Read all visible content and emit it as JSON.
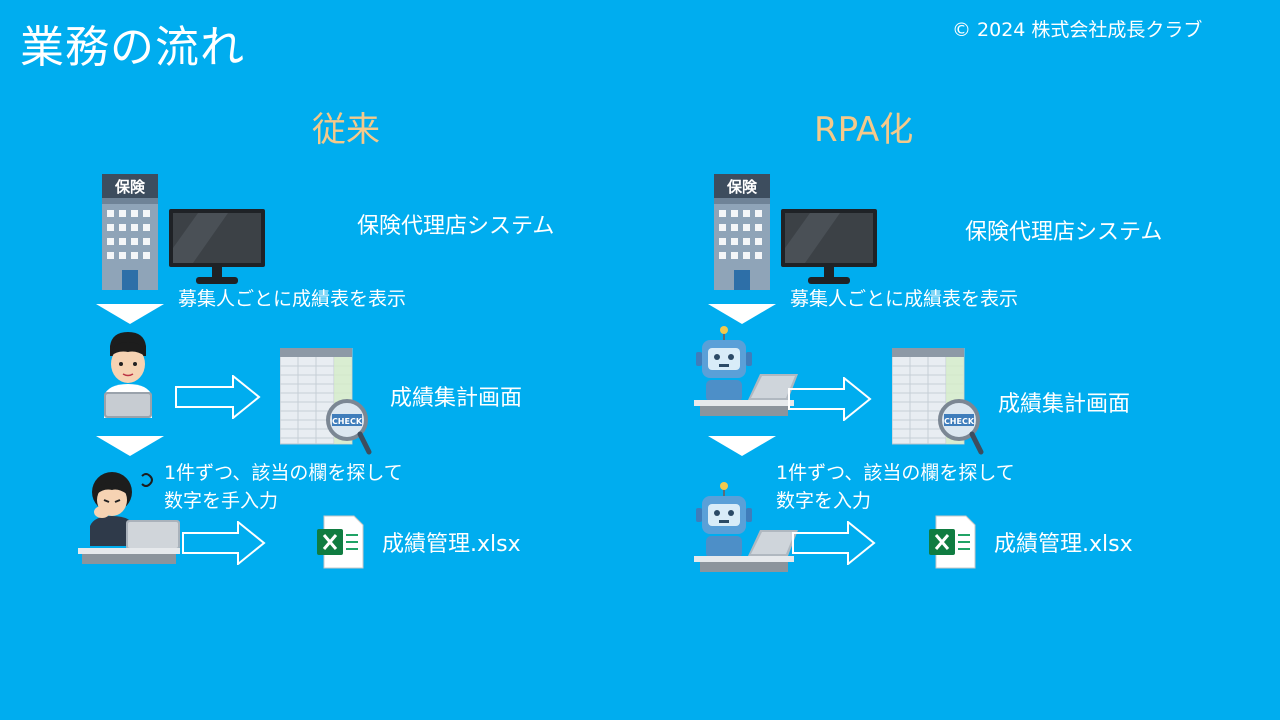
{
  "page": {
    "title": "業務の流れ",
    "copyright": "© 2024 株式会社成長クラブ"
  },
  "left": {
    "heading": "従来",
    "building_sign": "保険",
    "system_label": "保険代理店システム",
    "step1_caption": "募集人ごとに成績表を表示",
    "screen_label": "成績集計画面",
    "check_badge": "CHECK",
    "step2_line1": "1件ずつ、該当の欄を探して",
    "step2_line2": "数字を手入力",
    "file_label": "成績管理.xlsx"
  },
  "right": {
    "heading": "RPA化",
    "building_sign": "保険",
    "system_label": "保険代理店システム",
    "step1_caption": "募集人ごとに成績表を表示",
    "screen_label": "成績集計画面",
    "check_badge": "CHECK",
    "step2_line1": "1件ずつ、該当の欄を探して",
    "step2_line2": "数字を入力",
    "file_label": "成績管理.xlsx"
  },
  "colors": {
    "background": "#00adef",
    "heading": "#f5c98a",
    "text": "#ffffff"
  }
}
